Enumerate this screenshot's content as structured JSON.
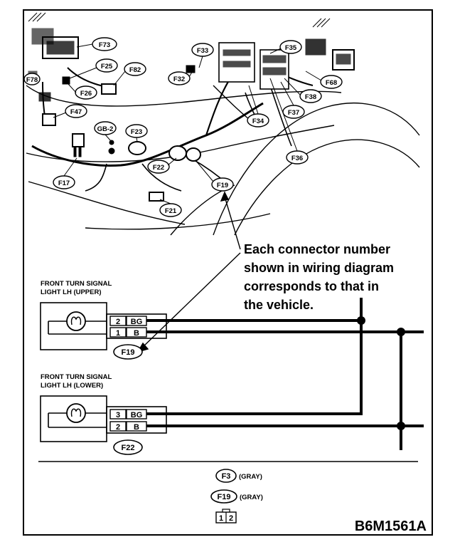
{
  "vehicle_connectors": [
    "F73",
    "F25",
    "F82",
    "F26",
    "F47",
    "GB-2",
    "F23",
    "F22",
    "F17",
    "F19",
    "F21",
    "F33",
    "F32",
    "F35",
    "F34",
    "F68",
    "F38",
    "F37",
    "F36",
    "F78"
  ],
  "note": {
    "line1": "Each connector number",
    "line2": "shown in wiring diagram",
    "line3": "corresponds to that in",
    "line4": "the vehicle."
  },
  "upper_light": {
    "caption_line1": "FRONT TURN SIGNAL",
    "caption_line2": "LIGHT LH (UPPER)",
    "connector": "F19",
    "pins": [
      {
        "num": "2",
        "wire": "BG"
      },
      {
        "num": "1",
        "wire": "B"
      }
    ]
  },
  "lower_light": {
    "caption_line1": "FRONT TURN SIGNAL",
    "caption_line2": "LIGHT LH (LOWER)",
    "connector": "F22",
    "pins": [
      {
        "num": "3",
        "wire": "BG"
      },
      {
        "num": "2",
        "wire": "B"
      }
    ]
  },
  "legend": [
    {
      "code": "F3",
      "color": "(GRAY)"
    },
    {
      "code": "F19",
      "color": "(GRAY)"
    }
  ],
  "connector_face": {
    "left": "1",
    "right": "2"
  },
  "figure_code": "B6M1561A"
}
